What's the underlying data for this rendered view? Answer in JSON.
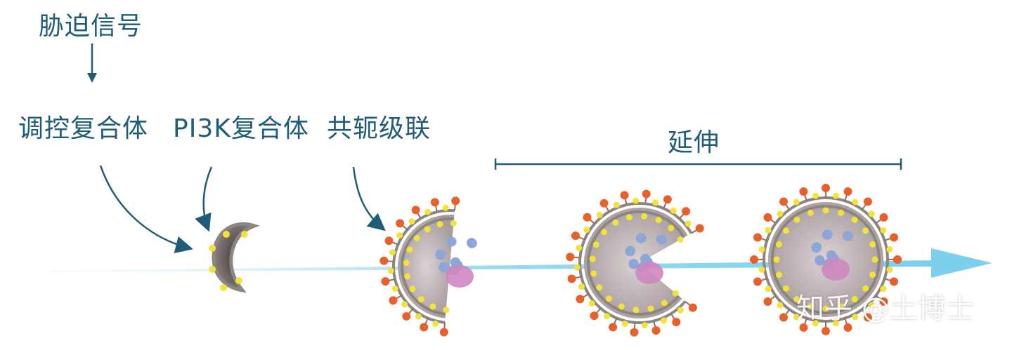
{
  "labels": {
    "stress_signal": "胁迫信号",
    "regulatory_complex": "调控复合体",
    "pi3k_complex": "PI3K复合体",
    "conjugation_cascade": "共轭级联",
    "elongation": "延伸"
  },
  "watermark": "知乎 @土博士",
  "colors": {
    "text": "#1f5c78",
    "arrow": "#1f5c78",
    "timeline": "#8fd3ec",
    "membrane": "#8b8682",
    "lumen": "#b9aeb0",
    "yellow_dot": "#f2e23a",
    "orange_dot": "#e8612c",
    "protein_blue": "#8ea4d8",
    "protein_pink": "#cf86c0"
  },
  "icons": [
    "down-arrow-icon",
    "curved-arrow-icon",
    "timeline-arrow-icon",
    "bracket-icon"
  ]
}
